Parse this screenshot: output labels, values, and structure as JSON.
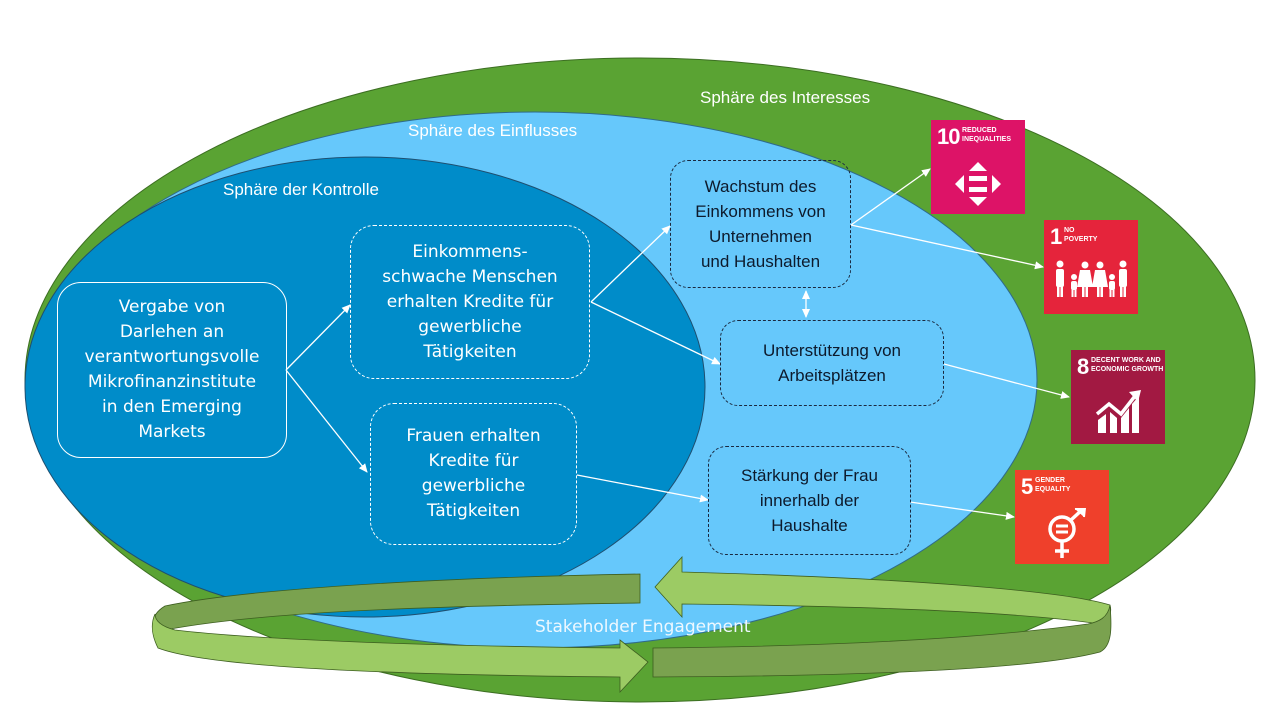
{
  "colors": {
    "interest_sphere": "#5aa333",
    "influence_sphere": "#66c8fb",
    "control_sphere": "#008cc9",
    "arrow_light": "#9ccb64",
    "arrow_dark": "#7aa24f",
    "sdg10": "#dd1367",
    "sdg1": "#e5243b",
    "sdg8": "#a21942",
    "sdg5": "#ef402b"
  },
  "spheres": {
    "interest": "Sphäre des Interesses",
    "influence": "Sphäre des Einflusses",
    "control": "Sphäre der Kontrolle"
  },
  "nodes": {
    "loans": "Vergabe von\nDarlehen an\nverantwortungsvolle\nMikrofinanzinstitute\nin den Emerging\nMarkets",
    "low_income_credit": "Einkommens-\nschwache Menschen\nerhalten Kredite für\ngewerbliche\nTätigkeiten",
    "women_credit": "Frauen erhalten\nKredite für\ngewerbliche\nTätigkeiten",
    "income_growth": "Wachstum des\nEinkommens von\nUnternehmen\nund Haushalten",
    "jobs": "Unterstützung von\nArbeitsplätzen",
    "women_empowerment": "Stärkung der Frau\ninnerhalb der\nHaushalte"
  },
  "sdgs": [
    {
      "number": "10",
      "title": "Reduced\nInequalities",
      "icon": "reduced-inequalities-icon"
    },
    {
      "number": "1",
      "title": "No\nPoverty",
      "icon": "family-icon"
    },
    {
      "number": "8",
      "title": "Decent Work and\nEconomic Growth",
      "icon": "growth-chart-icon"
    },
    {
      "number": "5",
      "title": "Gender\nEquality",
      "icon": "gender-equality-icon"
    }
  ],
  "cycle": {
    "label": "Stakeholder Engagement"
  }
}
